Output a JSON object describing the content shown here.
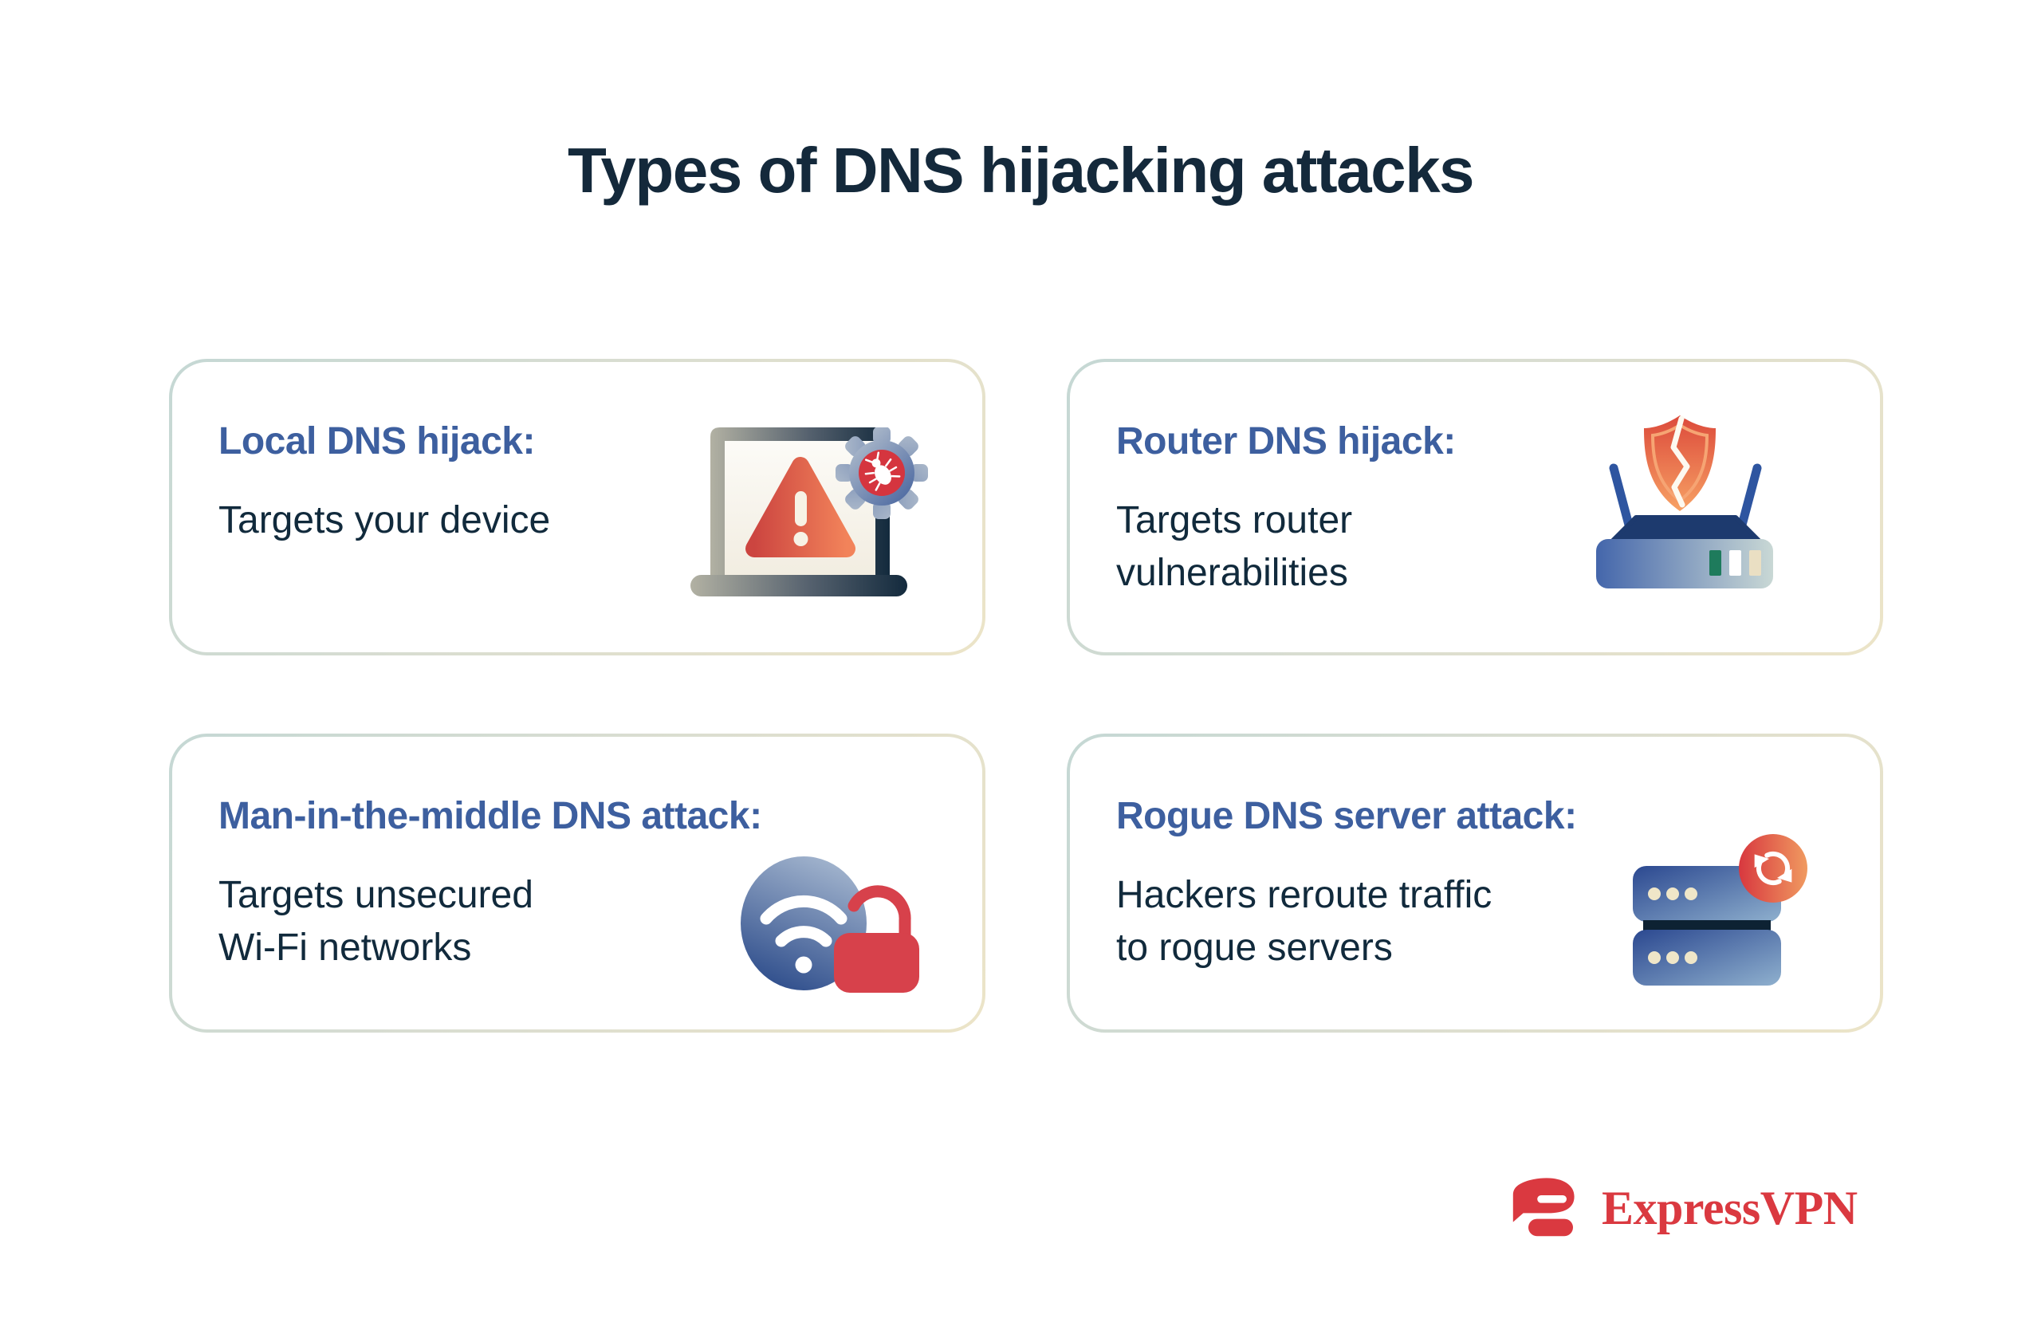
{
  "page": {
    "title": "Types of DNS hijacking attacks"
  },
  "cards": [
    {
      "heading": "Local DNS hijack:",
      "body_line1": "Targets your device",
      "body_line2": "",
      "icon": "laptop-malware-alert-icon"
    },
    {
      "heading": "Router DNS hijack:",
      "body_line1": "Targets router",
      "body_line2": "vulnerabilities",
      "icon": "router-cracked-shield-icon"
    },
    {
      "heading": "Man-in-the-middle DNS attack:",
      "body_line1": "Targets unsecured",
      "body_line2": "Wi-Fi networks",
      "icon": "wifi-open-lock-icon"
    },
    {
      "heading": "Rogue DNS server attack:",
      "body_line1": "Hackers reroute traffic",
      "body_line2": "to rogue servers",
      "icon": "server-reroute-icon"
    }
  ],
  "footer": {
    "brand_name": "ExpressVPN"
  },
  "colors": {
    "background": "#ffffff",
    "title_text": "#14293b",
    "heading_blue": "#3d5f9f",
    "body_text": "#112a3c",
    "card_border_teal": "#c5d8d4",
    "card_border_cream": "#ece4c8",
    "brand_red": "#da3940",
    "alert_red": "#cc4540",
    "alert_orange": "#f2835a",
    "icon_blue": "#2e55a0",
    "icon_navy": "#14293c",
    "router_light_green": "#1e7b5c",
    "router_light_cream": "#eadfc3",
    "server_dot_cream": "#efe6c8",
    "lock_red": "#d7414b"
  }
}
